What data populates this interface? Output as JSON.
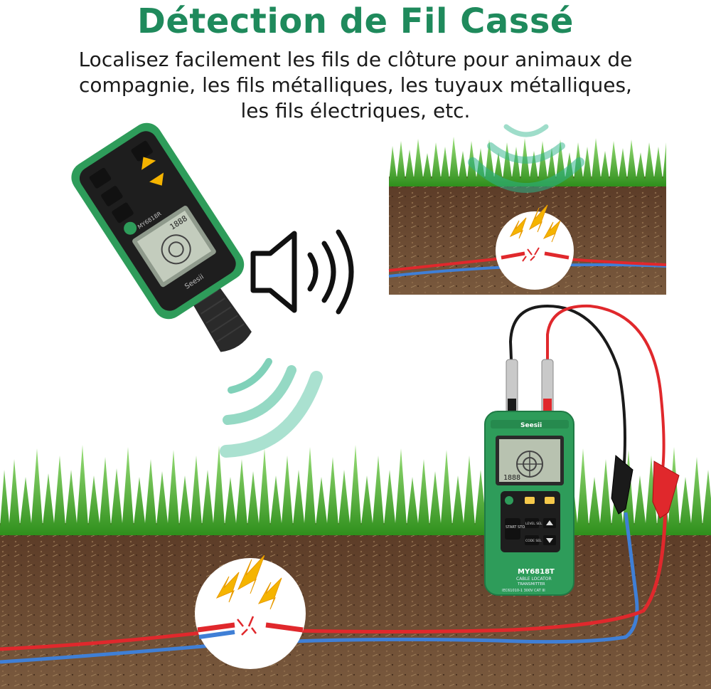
{
  "header": {
    "title": "Détection de Fil Cassé",
    "subtitle_line1": "Localisez facilement les fils de clôture pour animaux de",
    "subtitle_line2": "compagnie, les fils métalliques, les tuyaux métalliques,",
    "subtitle_line3": "les fils électriques, etc."
  },
  "receiver": {
    "brand": "Seesii",
    "model": "MY6818R",
    "lcd_digits": "1888",
    "icon": "cable-receiver-device"
  },
  "transmitter": {
    "brand": "Seesii",
    "model": "MY6818T",
    "subtitle": "CABLE LOCATOR",
    "subtitle2": "TRANSMITTER",
    "spec": "IEC61010-1 300V CAT III",
    "lcd_digits": "1888",
    "btn_start_stop": "START STOP",
    "btn_level": "LEVEL SEL",
    "btn_code": "CODE SEL",
    "icon": "cable-transmitter-device"
  },
  "icons": {
    "speaker": "speaker-sound-icon",
    "signal": "signal-wave-icon",
    "break": "wire-break-spark-icon"
  },
  "colors": {
    "brand_green": "#1f8a5c",
    "device_green": "#2e9c5a",
    "wire_red": "#e0282c",
    "wire_blue": "#3f7fd6",
    "spark_yellow": "#f5b400",
    "soil": "#6b4a34",
    "grass": "#4fbf2a"
  }
}
